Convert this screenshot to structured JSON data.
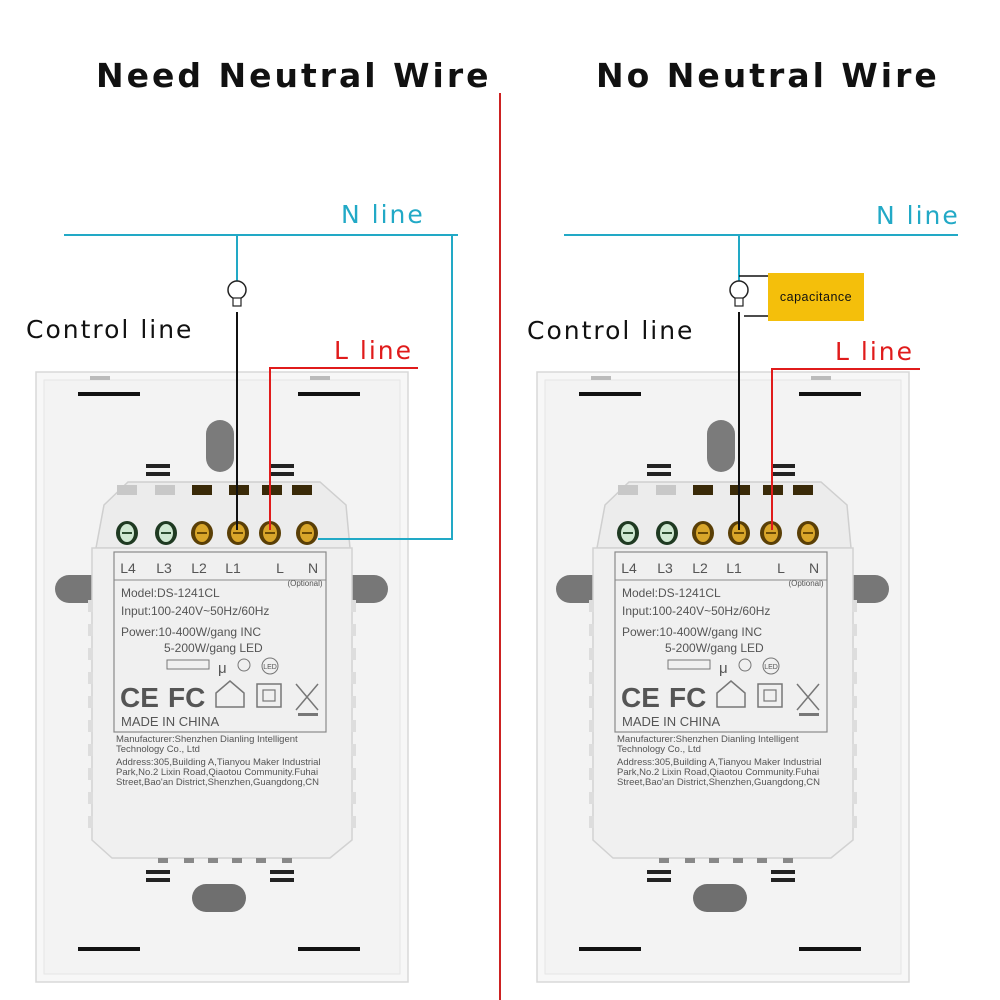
{
  "left": {
    "title": "Need Neutral Wire",
    "n_line": "N line",
    "l_line": "L line",
    "control_line": "Control line"
  },
  "right": {
    "title": "No Neutral Wire",
    "n_line": "N line",
    "l_line": "L line",
    "control_line": "Control line",
    "capacitance": "capacitance"
  },
  "device_label": {
    "terminals": [
      "L4",
      "L3",
      "L2",
      "L1",
      "L",
      "N"
    ],
    "optional": "(Optional)",
    "model": "Model:DS-1241CL",
    "input": "Input:100-240V~50Hz/60Hz",
    "power_inc": "Power:10-400W/gang INC",
    "power_led": "5-200W/gang LED",
    "made_in": "MADE IN CHINA",
    "manufacturer_1": "Manufacturer:Shenzhen Dianling Intelligent",
    "manufacturer_2": "Technology Co., Ltd",
    "address_1": "Address:305,Building A,Tianyou Maker Industrial",
    "address_2": "Park,No.2 Lixin Road,Qiaotou Community.Fuhai",
    "address_3": "Street,Bao'an District,Shenzhen,Guangdong,CN",
    "ce_mark": "CE",
    "fc_mark": "FC",
    "led_mark": "LED",
    "mu_mark": "μ"
  },
  "colors": {
    "n_wire": "#22a9c6",
    "l_wire": "#e01b1b",
    "control_wire": "#111111",
    "divider": "#cc2222",
    "capacitor": "#f4bf0b"
  }
}
